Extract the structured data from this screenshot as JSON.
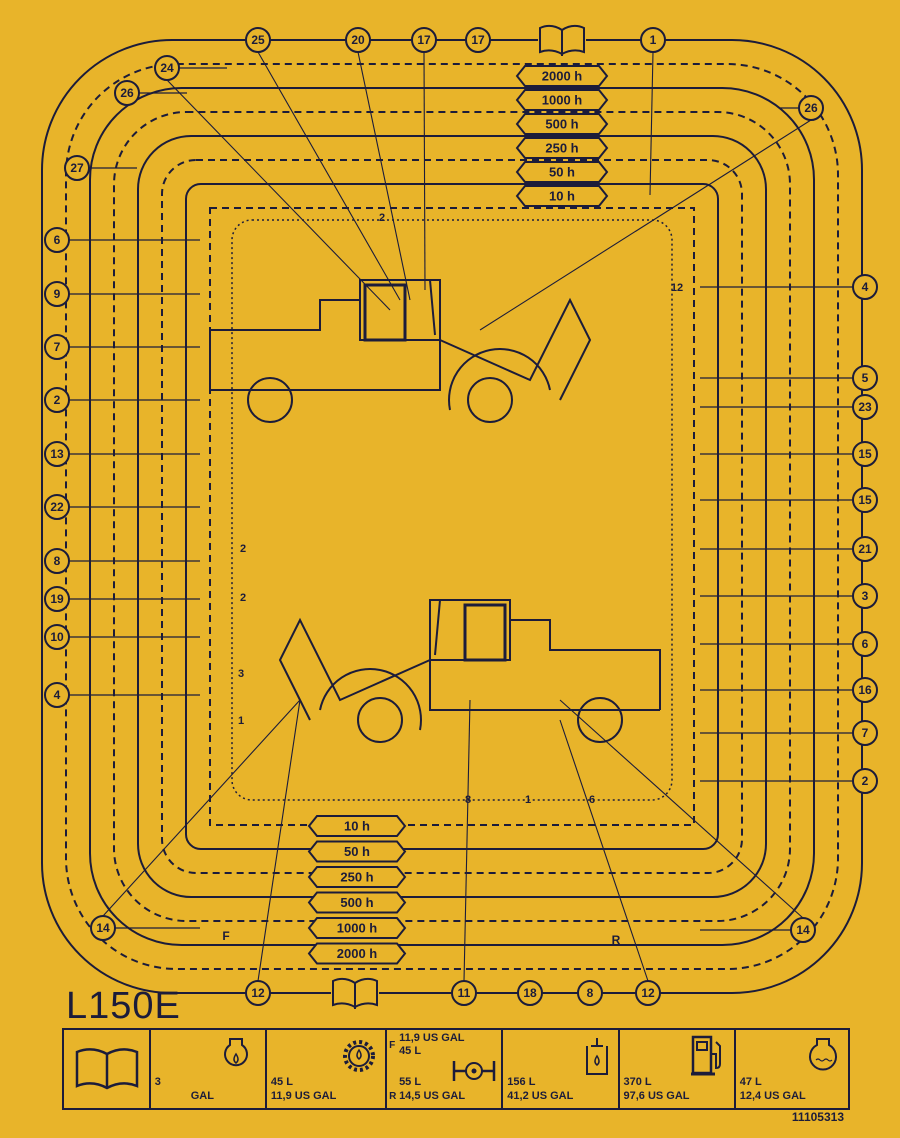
{
  "model": "L150E",
  "part_number": "11105313",
  "intervals_top": [
    "2000 h",
    "1000 h",
    "500 h",
    "250 h",
    "50 h",
    "10 h"
  ],
  "intervals_bottom": [
    "10 h",
    "50 h",
    "250 h",
    "500 h",
    "1000 h",
    "2000 h"
  ],
  "points": {
    "top": [
      "25",
      "20",
      "17",
      "17",
      "1"
    ],
    "left": [
      "24",
      "26",
      "27",
      "6",
      "9",
      "7",
      "2",
      "13",
      "22",
      "8",
      "19",
      "10",
      "4",
      "14"
    ],
    "right": [
      "26",
      "4",
      "5",
      "23",
      "15",
      "15",
      "21",
      "3",
      "6",
      "16",
      "7",
      "2",
      "14"
    ],
    "bottom": [
      "12",
      "11",
      "18",
      "8",
      "12"
    ]
  },
  "inner_labels": [
    "2",
    "12",
    "2",
    "2",
    "3",
    "1",
    "8",
    "1",
    "6"
  ],
  "axle_labels": {
    "front": "F",
    "rear": "R"
  },
  "capacity_table": [
    {
      "icon": "manual-icon"
    },
    {
      "icon": "engine-oil-icon",
      "line1": "3",
      "line2": "GAL"
    },
    {
      "icon": "transmission-oil-icon",
      "line1": "45 L",
      "line2": "11,9 US GAL"
    },
    {
      "icon": "axle-oil-icon",
      "front_label": "F",
      "front1": "11,9 US GAL",
      "front2": "45 L",
      "rear_label": "R",
      "line1": "55 L",
      "line2": "14,5 US GAL"
    },
    {
      "icon": "hydraulic-oil-icon",
      "line1": "156 L",
      "line2": "41,2 US GAL"
    },
    {
      "icon": "fuel-icon",
      "line1": "370 L",
      "line2": "97,6 US GAL"
    },
    {
      "icon": "coolant-icon",
      "line1": "47 L",
      "line2": "12,4 US GAL"
    }
  ],
  "colors": {
    "background": "#e8b42a",
    "ink": "#1c1c3a"
  }
}
